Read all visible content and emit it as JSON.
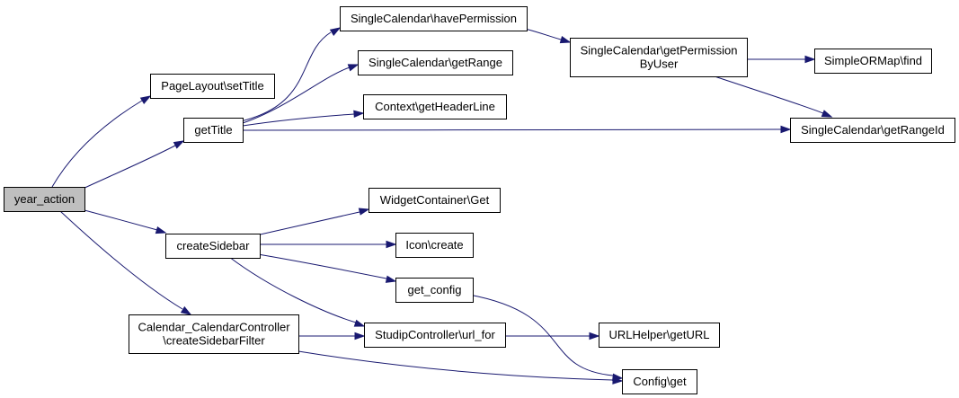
{
  "graph": {
    "nodes": {
      "year_action": {
        "lines": [
          "year_action"
        ],
        "root": true
      },
      "setTitle": {
        "lines": [
          "PageLayout\\setTitle"
        ]
      },
      "getTitle": {
        "lines": [
          "getTitle"
        ]
      },
      "createSidebar": {
        "lines": [
          "createSidebar"
        ]
      },
      "createSidebarFilter": {
        "lines": [
          "Calendar_CalendarController",
          "\\createSidebarFilter"
        ]
      },
      "havePermission": {
        "lines": [
          "SingleCalendar\\havePermission"
        ]
      },
      "getRange": {
        "lines": [
          "SingleCalendar\\getRange"
        ]
      },
      "getHeaderLine": {
        "lines": [
          "Context\\getHeaderLine"
        ]
      },
      "getPermissionByUser": {
        "lines": [
          "SingleCalendar\\getPermission",
          "ByUser"
        ]
      },
      "find": {
        "lines": [
          "SimpleORMap\\find"
        ]
      },
      "getRangeId": {
        "lines": [
          "SingleCalendar\\getRangeId"
        ]
      },
      "widgetGet": {
        "lines": [
          "WidgetContainer\\Get"
        ]
      },
      "iconCreate": {
        "lines": [
          "Icon\\create"
        ]
      },
      "getConfig": {
        "lines": [
          "get_config"
        ]
      },
      "urlFor": {
        "lines": [
          "StudipController\\url_for"
        ]
      },
      "getURL": {
        "lines": [
          "URLHelper\\getURL"
        ]
      },
      "configGet": {
        "lines": [
          "Config\\get"
        ]
      }
    },
    "edges": [
      [
        "year_action",
        "setTitle"
      ],
      [
        "year_action",
        "getTitle"
      ],
      [
        "year_action",
        "createSidebar"
      ],
      [
        "year_action",
        "createSidebarFilter"
      ],
      [
        "getTitle",
        "havePermission"
      ],
      [
        "getTitle",
        "getRange"
      ],
      [
        "getTitle",
        "getHeaderLine"
      ],
      [
        "getTitle",
        "getRangeId"
      ],
      [
        "havePermission",
        "getPermissionByUser"
      ],
      [
        "getPermissionByUser",
        "find"
      ],
      [
        "getPermissionByUser",
        "getRangeId"
      ],
      [
        "createSidebar",
        "widgetGet"
      ],
      [
        "createSidebar",
        "iconCreate"
      ],
      [
        "createSidebar",
        "getConfig"
      ],
      [
        "createSidebar",
        "urlFor"
      ],
      [
        "getConfig",
        "configGet"
      ],
      [
        "createSidebarFilter",
        "urlFor"
      ],
      [
        "createSidebarFilter",
        "configGet"
      ],
      [
        "urlFor",
        "getURL"
      ]
    ]
  }
}
